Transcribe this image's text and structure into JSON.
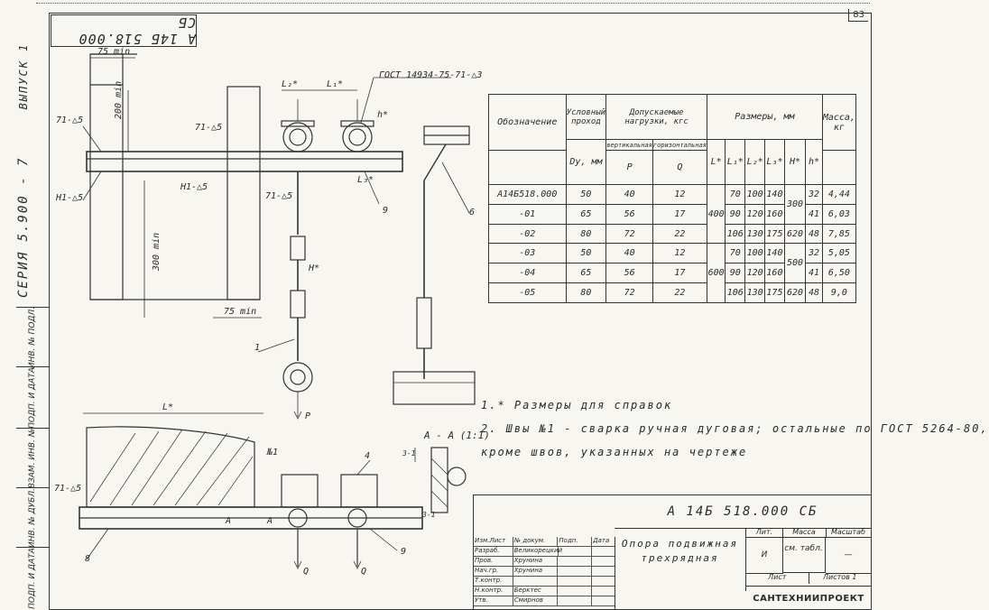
{
  "page_number": "83",
  "stamp": "A 14Б 518.000 СБ",
  "series": "СЕРИЯ 5.900 - 7",
  "issue": "ВЫПУСК 1",
  "left_strip": [
    "ИНВ. № ПОДЛ.",
    "ПОДП. И ДАТА",
    "ВЗАМ. ИНВ. №",
    "ИНВ. № ДУБЛ.",
    "ПОДП. И ДАТА"
  ],
  "drawing_labels": {
    "top_dim_75": "75 min",
    "dim_200": "200 min",
    "dim_300": "300 min",
    "dim_75_bottom": "75 min",
    "weld_left": "71-△5",
    "weld_left2": "71-△5",
    "weld_n1": "Н1-△5",
    "weld_n1b": "Н1-△5",
    "weld_71": "71-△5",
    "gost": "ГОСТ 14934-75-71-△3",
    "dim_l2": "L₂*",
    "dim_l1": "L₁*",
    "dim_l3": "L₃*",
    "dim_h1": "h*",
    "dim_h2": "H*",
    "pos_9": "9",
    "pos_6": "6",
    "pos_1": "1",
    "pos_p": "P",
    "bottom_l": "L*",
    "weld_bottom": "71-△5",
    "pos_8": "8",
    "pos_n1": "№1",
    "pos_4": "4",
    "pos_9b": "9",
    "pos_a": "А",
    "pos_a2": "А",
    "pos_q1": "Q",
    "pos_q2": "Q",
    "section_label": "А - А (1:1)",
    "sec_dim_top": "3-1",
    "sec_dim_bottom": "3-1"
  },
  "table": {
    "headers": {
      "designation": "Обозначение",
      "conditional_pass": "Условный проход",
      "dy": "Dу, мм",
      "loads": "Допускаемые нагрузки, кгс",
      "vertical": "вертикальная",
      "horizontal": "горизонтальная",
      "p": "P",
      "q": "Q",
      "sizes": "Размеры, мм",
      "l": "L*",
      "l1": "L₁*",
      "l2": "L₂*",
      "l3": "L₃*",
      "h": "H*",
      "h_small": "h*",
      "mass": "Масса, кг"
    },
    "rows": [
      {
        "code": "А14Б518.000",
        "dy": "50",
        "p": "40",
        "q": "12",
        "l1": "70",
        "l2": "100",
        "l3": "140",
        "hs": "32",
        "mass": "4,44"
      },
      {
        "code": "-01",
        "dy": "65",
        "p": "56",
        "q": "17",
        "l1": "90",
        "l2": "120",
        "l3": "160",
        "hs": "41",
        "mass": "6,03"
      },
      {
        "code": "-02",
        "dy": "80",
        "p": "72",
        "q": "22",
        "l1": "106",
        "l2": "130",
        "l3": "175",
        "hs": "48",
        "mass": "7,85"
      },
      {
        "code": "-03",
        "dy": "50",
        "p": "40",
        "q": "12",
        "l1": "70",
        "l2": "100",
        "l3": "140",
        "hs": "32",
        "mass": "5,05"
      },
      {
        "code": "-04",
        "dy": "65",
        "p": "56",
        "q": "17",
        "l1": "90",
        "l2": "120",
        "l3": "160",
        "hs": "41",
        "mass": "6,50"
      },
      {
        "code": "-05",
        "dy": "80",
        "p": "72",
        "q": "22",
        "l1": "106",
        "l2": "130",
        "l3": "175",
        "hs": "48",
        "mass": "9,0"
      }
    ],
    "l_values": [
      "400",
      "600"
    ],
    "h_values": [
      "300",
      "620",
      "500",
      "620"
    ]
  },
  "notes": [
    "1.* Размеры для справок",
    "2. Швы №1 - сварка ручная дуговая; остальные по ГОСТ 5264-80,",
    "кроме швов, указанных на чертеже"
  ],
  "title_block": {
    "code": "А 14Б 518.000 СБ",
    "name_line1": "Опора подвижная",
    "name_line2": "трехрядная",
    "lit_header": "Лит.",
    "mass_header": "Масса",
    "scale_header": "Масштаб",
    "lit_value": "И",
    "mass_value": "см. табл.",
    "scale_value": "—",
    "sheet": "Лист",
    "sheets": "Листов 1",
    "org": "САНТЕХНИИПРОЕКТ",
    "roles": [
      [
        "Изм.Лист",
        "№ докум.",
        "Подп.",
        "Дата"
      ],
      [
        "Разраб.",
        "Великорецкий",
        "",
        ""
      ],
      [
        "Пров.",
        "Хрунина",
        "",
        ""
      ],
      [
        "Нач.гр.",
        "Хрунина",
        "",
        ""
      ],
      [
        "Т.контр.",
        "",
        "",
        ""
      ],
      [
        "Н.контр.",
        "Берктес",
        "",
        ""
      ],
      [
        "Утв.",
        "Смирнов",
        "",
        ""
      ]
    ]
  }
}
